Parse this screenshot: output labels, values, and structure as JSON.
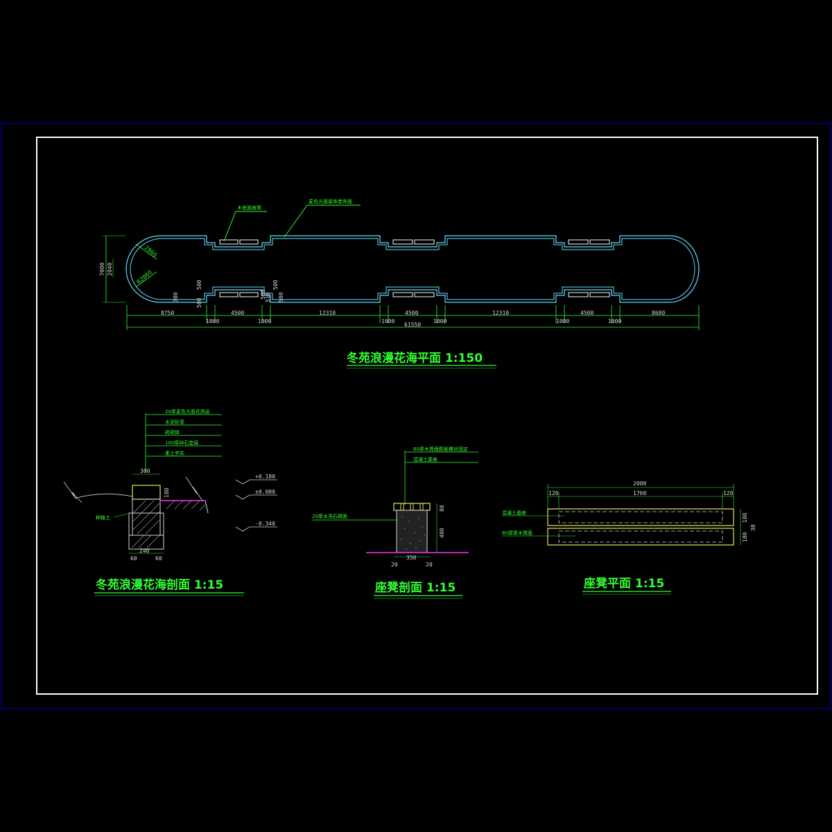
{
  "colors": {
    "background": "#000000",
    "outer_frame": "#0000cc",
    "inner_frame": "#ffffff",
    "outline": "#66e0ff",
    "label_green": "#33ff33",
    "dimension": "#d8d8d8",
    "hatch_yellow": "#e8e85a",
    "ground_magenta": "#ff33ff"
  },
  "plan": {
    "title": "冬苑浪漫花海平面 1:150",
    "label_bench": "木瓮面座凳",
    "label_paving": "麦色光面装饰卷饰面",
    "radius_upper": "2860",
    "radius_lower": "R2860",
    "left_dims": [
      "7000",
      "2040"
    ],
    "small_dims": [
      "300",
      "500",
      "500",
      "500",
      "510",
      "500",
      "500"
    ],
    "dims_row1": [
      "8750",
      "4500",
      "12310",
      "4500",
      "12310",
      "4500",
      "8680"
    ],
    "dims_row2": [
      "1000",
      "1000",
      "1000",
      "1000",
      "1000",
      "1000"
    ],
    "total": "61550"
  },
  "section": {
    "title": "冬苑浪漫花海剖面 1:15",
    "layers": [
      "20厚麦色光面花岗岩",
      "水泥砂浆",
      "砖砌体",
      "100厚碎石垫层",
      "素土夯实"
    ],
    "soil_label": "种植土",
    "elevations": [
      "+0.180",
      "±0.000",
      "-0.340"
    ],
    "dims": [
      "300",
      "180",
      "240",
      "60",
      "60"
    ]
  },
  "bench_section": {
    "title": "座凳剖面 1:15",
    "label_top": "80厚木凳面膨胀螺丝固定",
    "label_top2": "混凝土基座",
    "label_side": "20厚水洗石踢面",
    "dims": [
      "80",
      "400",
      "350",
      "20",
      "20"
    ]
  },
  "bench_plan": {
    "title": "座凳平面 1:15",
    "label1": "混凝土基座",
    "label2": "80厚厚木凳面",
    "dims_top": [
      "2000",
      "120",
      "1760",
      "120"
    ],
    "dims_right": [
      "180",
      "180",
      "30"
    ]
  }
}
